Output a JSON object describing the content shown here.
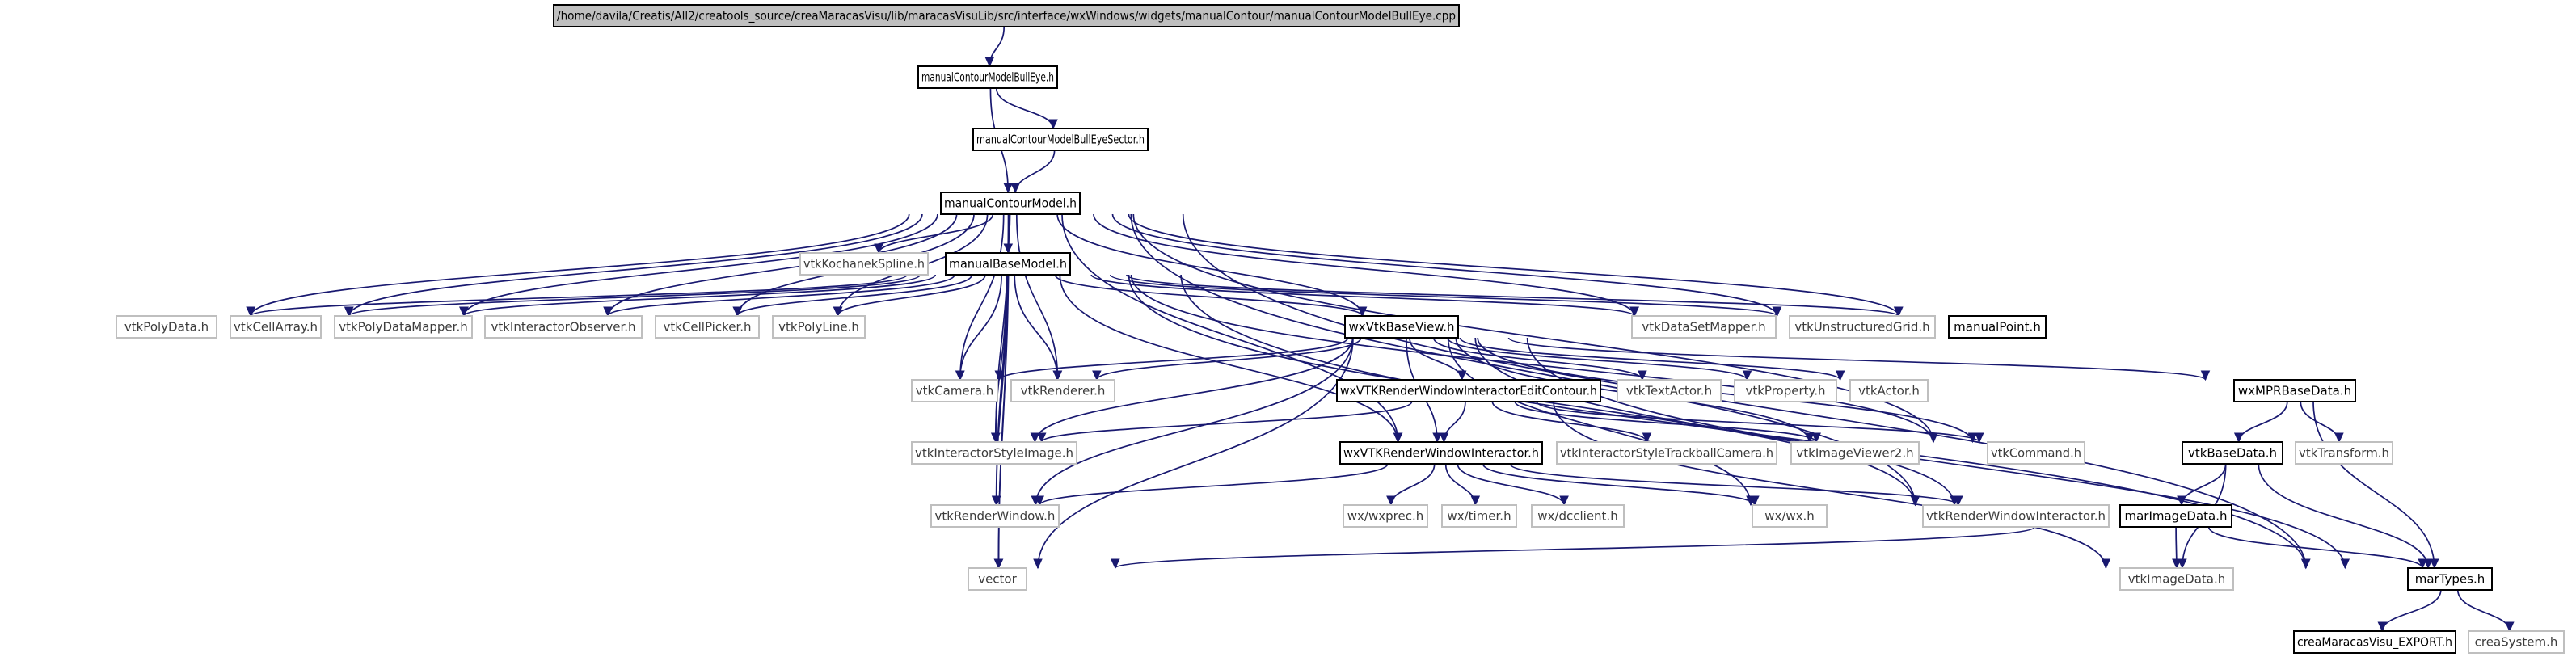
{
  "graph": {
    "nodes": [
      {
        "id": "root",
        "label": "/home/davila/Creatis/All2/creatools_source/creaMaracasVisu/lib/maracasVisuLib/src/interface/wxWindows/widgets/manualContour/manualContourModelBullEye.cpp",
        "style": "root"
      },
      {
        "id": "bulleye_h",
        "label": "manualContourModelBullEye.h",
        "style": "solid"
      },
      {
        "id": "sector_h",
        "label": "manualContourModelBullEyeSector.h",
        "style": "solid"
      },
      {
        "id": "model_h",
        "label": "manualContourModel.h",
        "style": "solid"
      },
      {
        "id": "kochanek",
        "label": "vtkKochanekSpline.h",
        "style": "gray"
      },
      {
        "id": "basemodel",
        "label": "manualBaseModel.h",
        "style": "solid"
      },
      {
        "id": "polydata",
        "label": "vtkPolyData.h",
        "style": "gray"
      },
      {
        "id": "cellarray",
        "label": "vtkCellArray.h",
        "style": "gray"
      },
      {
        "id": "pdmapper",
        "label": "vtkPolyDataMapper.h",
        "style": "gray"
      },
      {
        "id": "interobs",
        "label": "vtkInteractorObserver.h",
        "style": "gray"
      },
      {
        "id": "cellpicker",
        "label": "vtkCellPicker.h",
        "style": "gray"
      },
      {
        "id": "polyline",
        "label": "vtkPolyLine.h",
        "style": "gray"
      },
      {
        "id": "dsmapper",
        "label": "vtkDataSetMapper.h",
        "style": "gray"
      },
      {
        "id": "ugrid",
        "label": "vtkUnstructuredGrid.h",
        "style": "gray"
      },
      {
        "id": "point",
        "label": "manualPoint.h",
        "style": "solid"
      },
      {
        "id": "vtkbase",
        "label": "wxVtkBaseView.h",
        "style": "solid"
      },
      {
        "id": "camera",
        "label": "vtkCamera.h",
        "style": "gray"
      },
      {
        "id": "renderer",
        "label": "vtkRenderer.h",
        "style": "gray"
      },
      {
        "id": "rwiec",
        "label": "wxVTKRenderWindowInteractorEditContour.h",
        "style": "solid"
      },
      {
        "id": "textactor",
        "label": "vtkTextActor.h",
        "style": "gray"
      },
      {
        "id": "property",
        "label": "vtkProperty.h",
        "style": "gray"
      },
      {
        "id": "actor",
        "label": "vtkActor.h",
        "style": "gray"
      },
      {
        "id": "mprbase",
        "label": "wxMPRBaseData.h",
        "style": "solid"
      },
      {
        "id": "isimage",
        "label": "vtkInteractorStyleImage.h",
        "style": "gray"
      },
      {
        "id": "rwi",
        "label": "wxVTKRenderWindowInteractor.h",
        "style": "solid"
      },
      {
        "id": "trackball",
        "label": "vtkInteractorStyleTrackballCamera.h",
        "style": "gray"
      },
      {
        "id": "iviewer",
        "label": "vtkImageViewer2.h",
        "style": "gray"
      },
      {
        "id": "command",
        "label": "vtkCommand.h",
        "style": "gray"
      },
      {
        "id": "basedata",
        "label": "vtkBaseData.h",
        "style": "solid"
      },
      {
        "id": "transform",
        "label": "vtkTransform.h",
        "style": "gray"
      },
      {
        "id": "renwin",
        "label": "vtkRenderWindow.h",
        "style": "gray"
      },
      {
        "id": "wxprec",
        "label": "wx/wxprec.h",
        "style": "gray"
      },
      {
        "id": "timer",
        "label": "wx/timer.h",
        "style": "gray"
      },
      {
        "id": "dcclient",
        "label": "wx/dcclient.h",
        "style": "gray"
      },
      {
        "id": "wxh",
        "label": "wx/wx.h",
        "style": "gray"
      },
      {
        "id": "vrwi",
        "label": "vtkRenderWindowInteractor.h",
        "style": "gray"
      },
      {
        "id": "marimage",
        "label": "marImageData.h",
        "style": "solid"
      },
      {
        "id": "vector",
        "label": "vector",
        "style": "gray"
      },
      {
        "id": "vimagedata",
        "label": "vtkImageData.h",
        "style": "gray"
      },
      {
        "id": "martypes",
        "label": "marTypes.h",
        "style": "solid"
      },
      {
        "id": "export",
        "label": "creaMaracasVisu_EXPORT.h",
        "style": "solid"
      },
      {
        "id": "creasystem",
        "label": "creaSystem.h",
        "style": "gray"
      }
    ],
    "edges": [
      [
        "root",
        "bulleye_h"
      ],
      [
        "bulleye_h",
        "sector_h"
      ],
      [
        "bulleye_h",
        "model_h"
      ],
      [
        "sector_h",
        "model_h"
      ],
      [
        "model_h",
        "kochanek"
      ],
      [
        "model_h",
        "basemodel"
      ],
      [
        "model_h",
        "polydata"
      ],
      [
        "model_h",
        "cellarray"
      ],
      [
        "model_h",
        "pdmapper"
      ],
      [
        "model_h",
        "interobs"
      ],
      [
        "model_h",
        "cellpicker"
      ],
      [
        "model_h",
        "polyline"
      ],
      [
        "model_h",
        "dsmapper"
      ],
      [
        "model_h",
        "ugrid"
      ],
      [
        "model_h",
        "point"
      ],
      [
        "model_h",
        "vtkbase"
      ],
      [
        "model_h",
        "camera"
      ],
      [
        "model_h",
        "renderer"
      ],
      [
        "model_h",
        "isimage"
      ],
      [
        "model_h",
        "rwi"
      ],
      [
        "model_h",
        "renwin"
      ],
      [
        "model_h",
        "command"
      ],
      [
        "model_h",
        "vrwi"
      ],
      [
        "model_h",
        "vector"
      ],
      [
        "model_h",
        "martypes"
      ],
      [
        "basemodel",
        "polydata"
      ],
      [
        "basemodel",
        "cellarray"
      ],
      [
        "basemodel",
        "pdmapper"
      ],
      [
        "basemodel",
        "interobs"
      ],
      [
        "basemodel",
        "cellpicker"
      ],
      [
        "basemodel",
        "polyline"
      ],
      [
        "basemodel",
        "dsmapper"
      ],
      [
        "basemodel",
        "ugrid"
      ],
      [
        "basemodel",
        "point"
      ],
      [
        "basemodel",
        "vtkbase"
      ],
      [
        "basemodel",
        "camera"
      ],
      [
        "basemodel",
        "renderer"
      ],
      [
        "basemodel",
        "isimage"
      ],
      [
        "basemodel",
        "rwi"
      ],
      [
        "basemodel",
        "renwin"
      ],
      [
        "basemodel",
        "vector"
      ],
      [
        "basemodel",
        "command"
      ],
      [
        "basemodel",
        "vrwi"
      ],
      [
        "basemodel",
        "martypes"
      ],
      [
        "vtkbase",
        "camera"
      ],
      [
        "vtkbase",
        "renderer"
      ],
      [
        "vtkbase",
        "rwiec"
      ],
      [
        "vtkbase",
        "textactor"
      ],
      [
        "vtkbase",
        "property"
      ],
      [
        "vtkbase",
        "actor"
      ],
      [
        "vtkbase",
        "mprbase"
      ],
      [
        "vtkbase",
        "isimage"
      ],
      [
        "vtkbase",
        "rwi"
      ],
      [
        "vtkbase",
        "iviewer"
      ],
      [
        "vtkbase",
        "command"
      ],
      [
        "vtkbase",
        "renwin"
      ],
      [
        "vtkbase",
        "vector"
      ],
      [
        "vtkbase",
        "wxh"
      ],
      [
        "vtkbase",
        "vrwi"
      ],
      [
        "vtkbase",
        "martypes"
      ],
      [
        "rwiec",
        "isimage"
      ],
      [
        "rwiec",
        "rwi"
      ],
      [
        "rwiec",
        "trackball"
      ],
      [
        "rwiec",
        "iviewer"
      ],
      [
        "rwiec",
        "command"
      ],
      [
        "rwiec",
        "vimagedata"
      ],
      [
        "rwi",
        "renwin"
      ],
      [
        "rwi",
        "wxprec"
      ],
      [
        "rwi",
        "timer"
      ],
      [
        "rwi",
        "dcclient"
      ],
      [
        "rwi",
        "wxh"
      ],
      [
        "rwi",
        "vrwi"
      ],
      [
        "mprbase",
        "basedata"
      ],
      [
        "mprbase",
        "transform"
      ],
      [
        "mprbase",
        "martypes"
      ],
      [
        "basedata",
        "marimage"
      ],
      [
        "basedata",
        "vimagedata"
      ],
      [
        "basedata",
        "martypes"
      ],
      [
        "marimage",
        "vector"
      ],
      [
        "marimage",
        "vimagedata"
      ],
      [
        "marimage",
        "martypes"
      ],
      [
        "martypes",
        "export"
      ],
      [
        "martypes",
        "creasystem"
      ]
    ]
  }
}
